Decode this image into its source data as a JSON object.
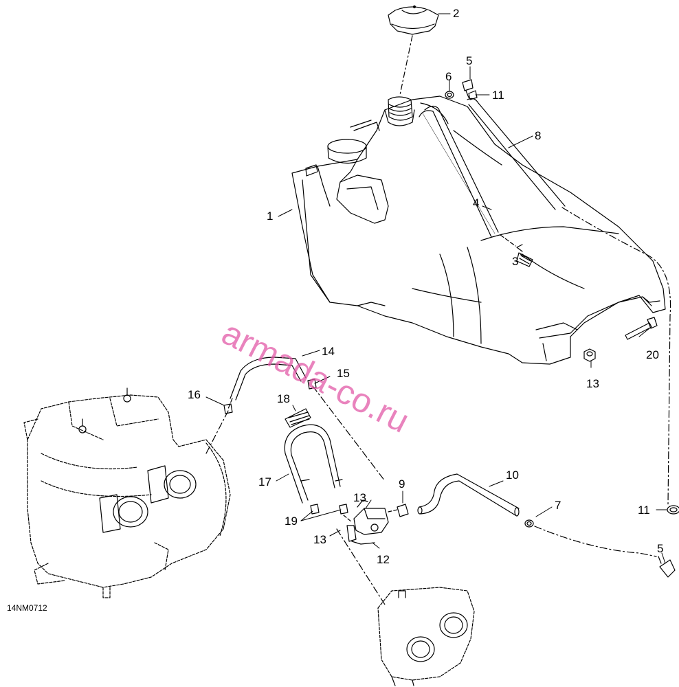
{
  "figure_code": "14NM0712",
  "watermark": "armada-co.ru",
  "callouts": {
    "c1": "1",
    "c2": "2",
    "c3": "3",
    "c4": "4",
    "c5a": "5",
    "c5b": "5",
    "c6": "6",
    "c7": "7",
    "c8": "8",
    "c9": "9",
    "c10": "10",
    "c11a": "11",
    "c11b": "11",
    "c12": "12",
    "c13a": "13",
    "c13b": "13",
    "c13c": "13",
    "c14": "14",
    "c15": "15",
    "c16": "16",
    "c17": "17",
    "c18": "18",
    "c19": "19",
    "c20": "20"
  },
  "colors": {
    "line": "#000000",
    "watermark": "#e25aa8"
  }
}
